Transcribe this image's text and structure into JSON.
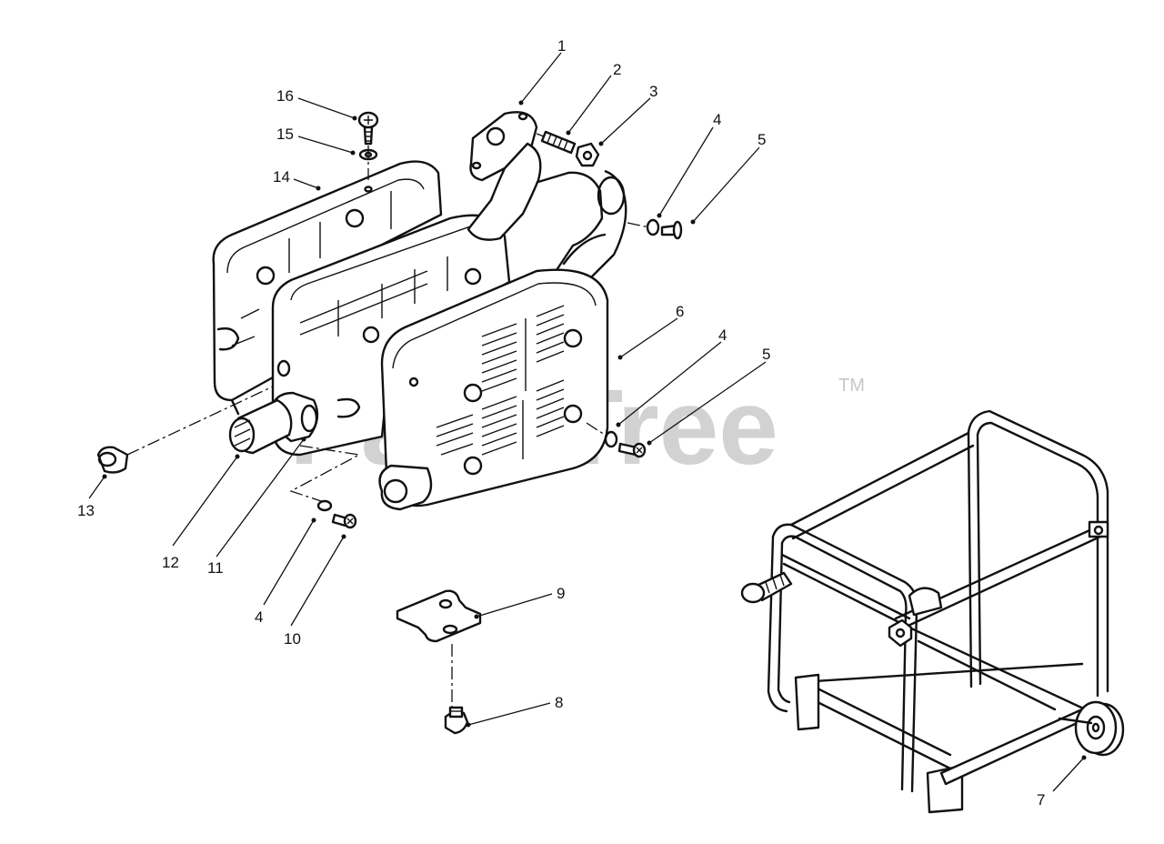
{
  "diagram": {
    "watermark": "PartsTree",
    "trademark": "TM",
    "callouts": [
      "1",
      "2",
      "3",
      "4",
      "5",
      "6",
      "4",
      "5",
      "7",
      "8",
      "9",
      "10",
      "4",
      "11",
      "12",
      "13",
      "14",
      "15",
      "16"
    ]
  }
}
